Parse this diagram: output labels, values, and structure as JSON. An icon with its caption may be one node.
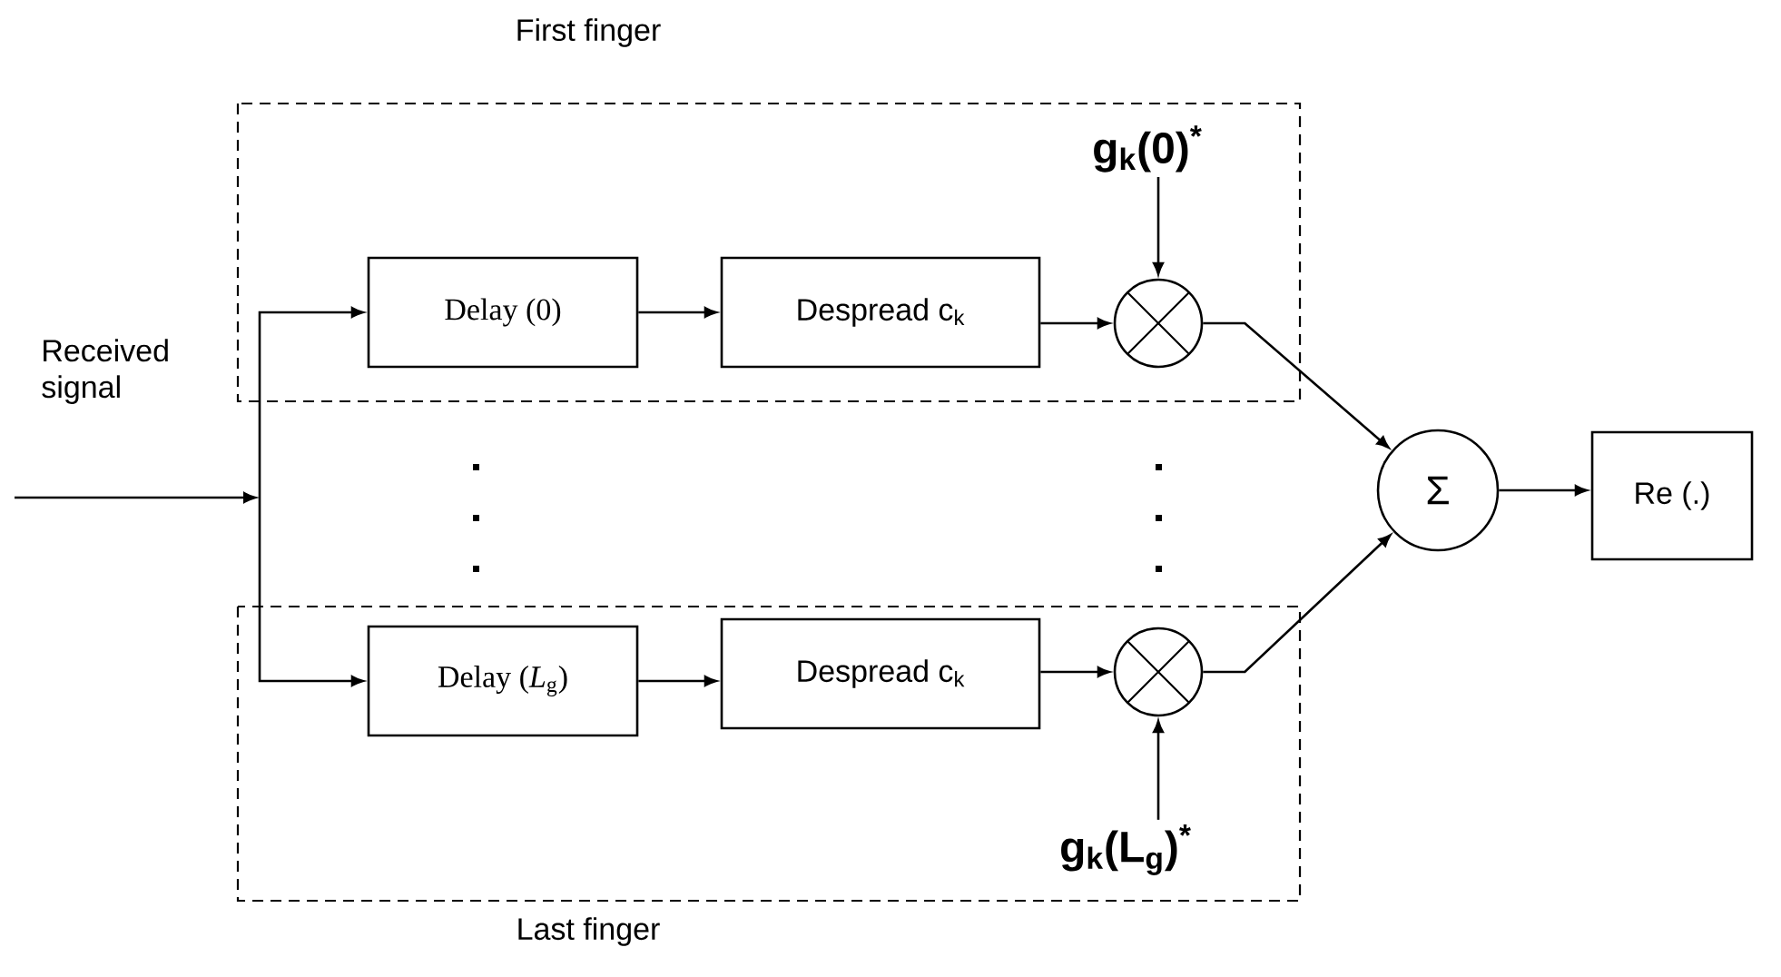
{
  "diagram": {
    "nodes": [
      {
        "text": [
          "First finger"
        ]
      },
      {
        "text": [
          "Delay (0)"
        ],
        "in": 0
      },
      {
        "text": [
          "Despread c$_{k}$"
        ],
        "in": 0
      },
      {
        "text": [],
        "shape": "circle",
        "in": 0
      },
      {
        "text": [
          "g$_{k}$(0)$^{*}$"
        ],
        "in": 0
      },
      {
        "text": [
          "Last finger"
        ]
      },
      {
        "text": [
          "Delay (*L*$_{g}$)"
        ],
        "in": 5
      },
      {
        "text": [
          "Despread c$_{k}$"
        ],
        "in": 5
      },
      {
        "text": [],
        "shape": "circle",
        "in": 5
      },
      {
        "text": [
          "g$_{k}$(L$_{g}$)$^{*}$"
        ],
        "in": 5
      },
      {
        "text": [
          "Σ"
        ]
      },
      {
        "text": [
          "Re (.)"
        ]
      }
    ],
    "edges": [
      {
        "from": null,
        "to": 1,
        "arrow": "to"
      },
      {
        "from": null,
        "to": 6,
        "arrow": "to"
      },
      {
        "from": 1,
        "to": 2,
        "arrow": "to"
      },
      {
        "from": 2,
        "to": 3,
        "arrow": "to"
      },
      {
        "from": 4,
        "to": 3,
        "arrow": "to"
      },
      {
        "from": 3,
        "to": 10,
        "arrow": "to"
      },
      {
        "from": 6,
        "to": 7,
        "arrow": "to"
      },
      {
        "from": 7,
        "to": 8,
        "arrow": "to"
      },
      {
        "from": 9,
        "to": 8,
        "arrow": "to"
      },
      {
        "from": 8,
        "to": 10,
        "arrow": "to"
      },
      {
        "from": 10,
        "to": 11,
        "arrow": "to"
      }
    ],
    "labels": [
      "Received signal"
    ]
  }
}
